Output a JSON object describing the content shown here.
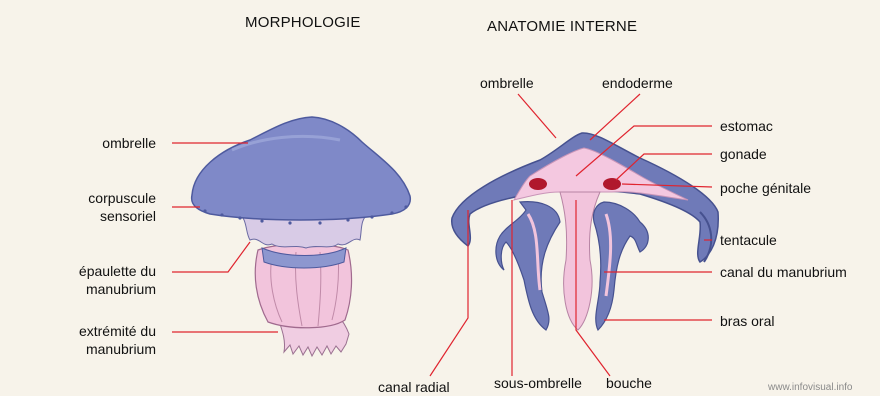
{
  "headers": {
    "morphology": "MORPHOLOGIE",
    "anatomy": "ANATOMIE INTERNE"
  },
  "morphology_labels": {
    "ombrelle": "ombrelle",
    "corpuscule_line1": "corpuscule",
    "corpuscule_line2": "sensoriel",
    "epaulette_line1": "épaulette du",
    "epaulette_line2": "manubrium",
    "extremite_line1": "extrémité du",
    "extremite_line2": "manubrium"
  },
  "anatomy_labels": {
    "ombrelle": "ombrelle",
    "endoderme": "endoderme",
    "estomac": "estomac",
    "gonade": "gonade",
    "poche_genitale": "poche génitale",
    "tentacule": "tentacule",
    "canal_manubrium": "canal du manubrium",
    "bras_oral": "bras oral",
    "canal_radial": "canal radial",
    "sous_ombrelle": "sous-ombrelle",
    "bouche": "bouche"
  },
  "watermark": "www.infovisual.info",
  "colors": {
    "bell": "#7b86c4",
    "bell_dark": "#4e5a9e",
    "pink": "#f2c9e0",
    "pink_dark": "#c995b8",
    "gonad": "#b0182d",
    "leader": "#e0242f"
  }
}
